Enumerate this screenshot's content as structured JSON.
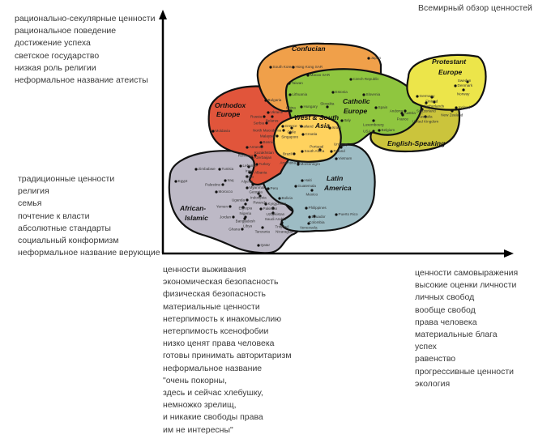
{
  "title": "Всемирный обзор ценностей",
  "top_left": [
    "рационально-секулярные ценности",
    "рациональное поведение",
    "достижение успеха",
    "светское государство",
    "низкая роль религии",
    "неформальное название атеисты"
  ],
  "middle_left": [
    "традиционные ценности",
    "религия",
    "семья",
    "почтение к власти",
    "абсолютные стандарты",
    "социальный конформизм",
    "неформальное название верующие"
  ],
  "bottom_center": [
    "ценности выживания",
    "экономическая безопасность",
    "физическая безопасность",
    "материальные ценности",
    "нетерпимость к инакомыслию",
    "нетерпимость ксенофобии",
    "низко ценят права человека",
    "готовы принимать авторитаризм",
    "неформальное название",
    "\"очень покорны,",
    "здесь и сейчас хлебушку,",
    "немножко зрелищ,",
    "и никакие свободы права",
    "им не интересны\""
  ],
  "bottom_right": [
    "ценности самовыражения",
    "высокие оценки личности",
    "личных свобод",
    "вообще свобод",
    "права человека",
    "материальные блага",
    "успех",
    "равенство",
    "прогрессивные ценности",
    "экология"
  ],
  "regions": {
    "african_islamic": {
      "label1": "African-",
      "label2": "Islamic",
      "color": "#bdb9c6"
    },
    "latin_america": {
      "label1": "Latin",
      "label2": "America",
      "color": "#9dbcc4"
    },
    "orthodox": {
      "label1": "Orthodox",
      "label2": "Europe",
      "color": "#e1553b"
    },
    "confucian": {
      "label1": "Confucian",
      "color": "#f0a04a"
    },
    "catholic": {
      "label1": "Catholic",
      "label2": "Europe",
      "color": "#8fc63f"
    },
    "english": {
      "label1": "English-Speaking",
      "color": "#cbc43c"
    },
    "protestant": {
      "label1": "Protestant",
      "label2": "Europe",
      "color": "#ece54a"
    },
    "west_south_asia": {
      "label1": "West & South",
      "label2": "Asia",
      "color": "#ffd25e"
    }
  },
  "countries": [
    "South Korea",
    "Hong Kong SAR",
    "Macao SAR",
    "Taiwan",
    "Japan",
    "Czech Republic",
    "Lithuania",
    "Estonia",
    "Bulgaria",
    "Hungary",
    "Slovakia",
    "Slovenia",
    "Ukraine",
    "China",
    "Russia",
    "Belarus",
    "Serbia",
    "Greece",
    "North Macedonia",
    "Moldavia",
    "Thailand",
    "Chile",
    "Israel",
    "Italy",
    "Singapore",
    "Malaysia",
    "Croatia",
    "Bosnia",
    "Armenia",
    "Kazakhstan",
    "South Africa",
    "Portugal",
    "Poland",
    "Vietnam",
    "Brazil",
    "Romania",
    "Azerbaijan",
    "Uruguay",
    "Spain",
    "Austria",
    "Andorra",
    "France",
    "Luxembourg",
    "Belgium",
    "USA",
    "Germany",
    "Finland",
    "Netherlands",
    "Switzerland",
    "Denmark",
    "Sweden",
    "Norway",
    "Iceland",
    "New Zealand",
    "Australia",
    "United Kingdom",
    "Zimbabwe",
    "Egypt",
    "Tunisia",
    "Lebanon",
    "Iran",
    "Turkey",
    "India",
    "Albania",
    "Algeria",
    "Iraq",
    "Palestine",
    "Myanmar",
    "Georgia",
    "Morocco",
    "Indonesia",
    "Rwanda",
    "Peru",
    "Haiti",
    "Guatemala",
    "Mexico",
    "Montenegro",
    "Argentina",
    "Uganda",
    "Ethiopia",
    "Yemen",
    "Nigeria",
    "Kyrgyzstan",
    "Pakistan",
    "Uzbekistan",
    "Bolivia",
    "Philippines",
    "Puerto Rico",
    "Bangladesh",
    "Saudi Arabia",
    "Jordan",
    "Libya",
    "Ecuador",
    "Colombia",
    "Trinidad",
    "Nicaragua",
    "Venezuela",
    "Ghana",
    "Tanzania",
    "Qatar"
  ]
}
